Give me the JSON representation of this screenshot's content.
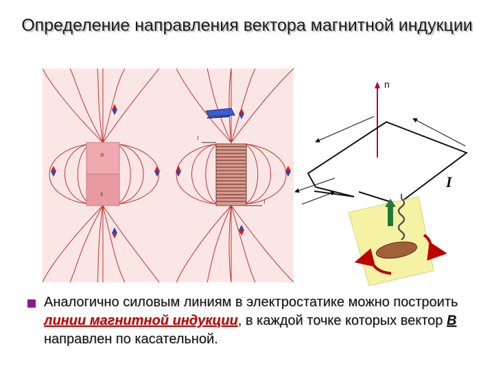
{
  "slide": {
    "title": "Определение направления вектора магнитной индукции",
    "bullet_parts": {
      "p1": "Аналогично силовым линиям в электростатике можно построить ",
      "p2": "линии магнитной индукции",
      "p3": ", в каждой точке которых вектор ",
      "p4": "B",
      "p5": "  направлен по касательной."
    }
  },
  "figure_left": {
    "magnet_pole_top": "N",
    "magnet_pole_bottom": "S",
    "coil_current_top": "I",
    "coil_current_bottom": "I"
  },
  "figure_right": {
    "normal_label": "n",
    "current_label": "I"
  },
  "colors": {
    "field_lines": "#c0302a",
    "figure_bg": "#fbe6e6",
    "bullet": "#8a1a8f",
    "emphasis": "#c00000"
  }
}
